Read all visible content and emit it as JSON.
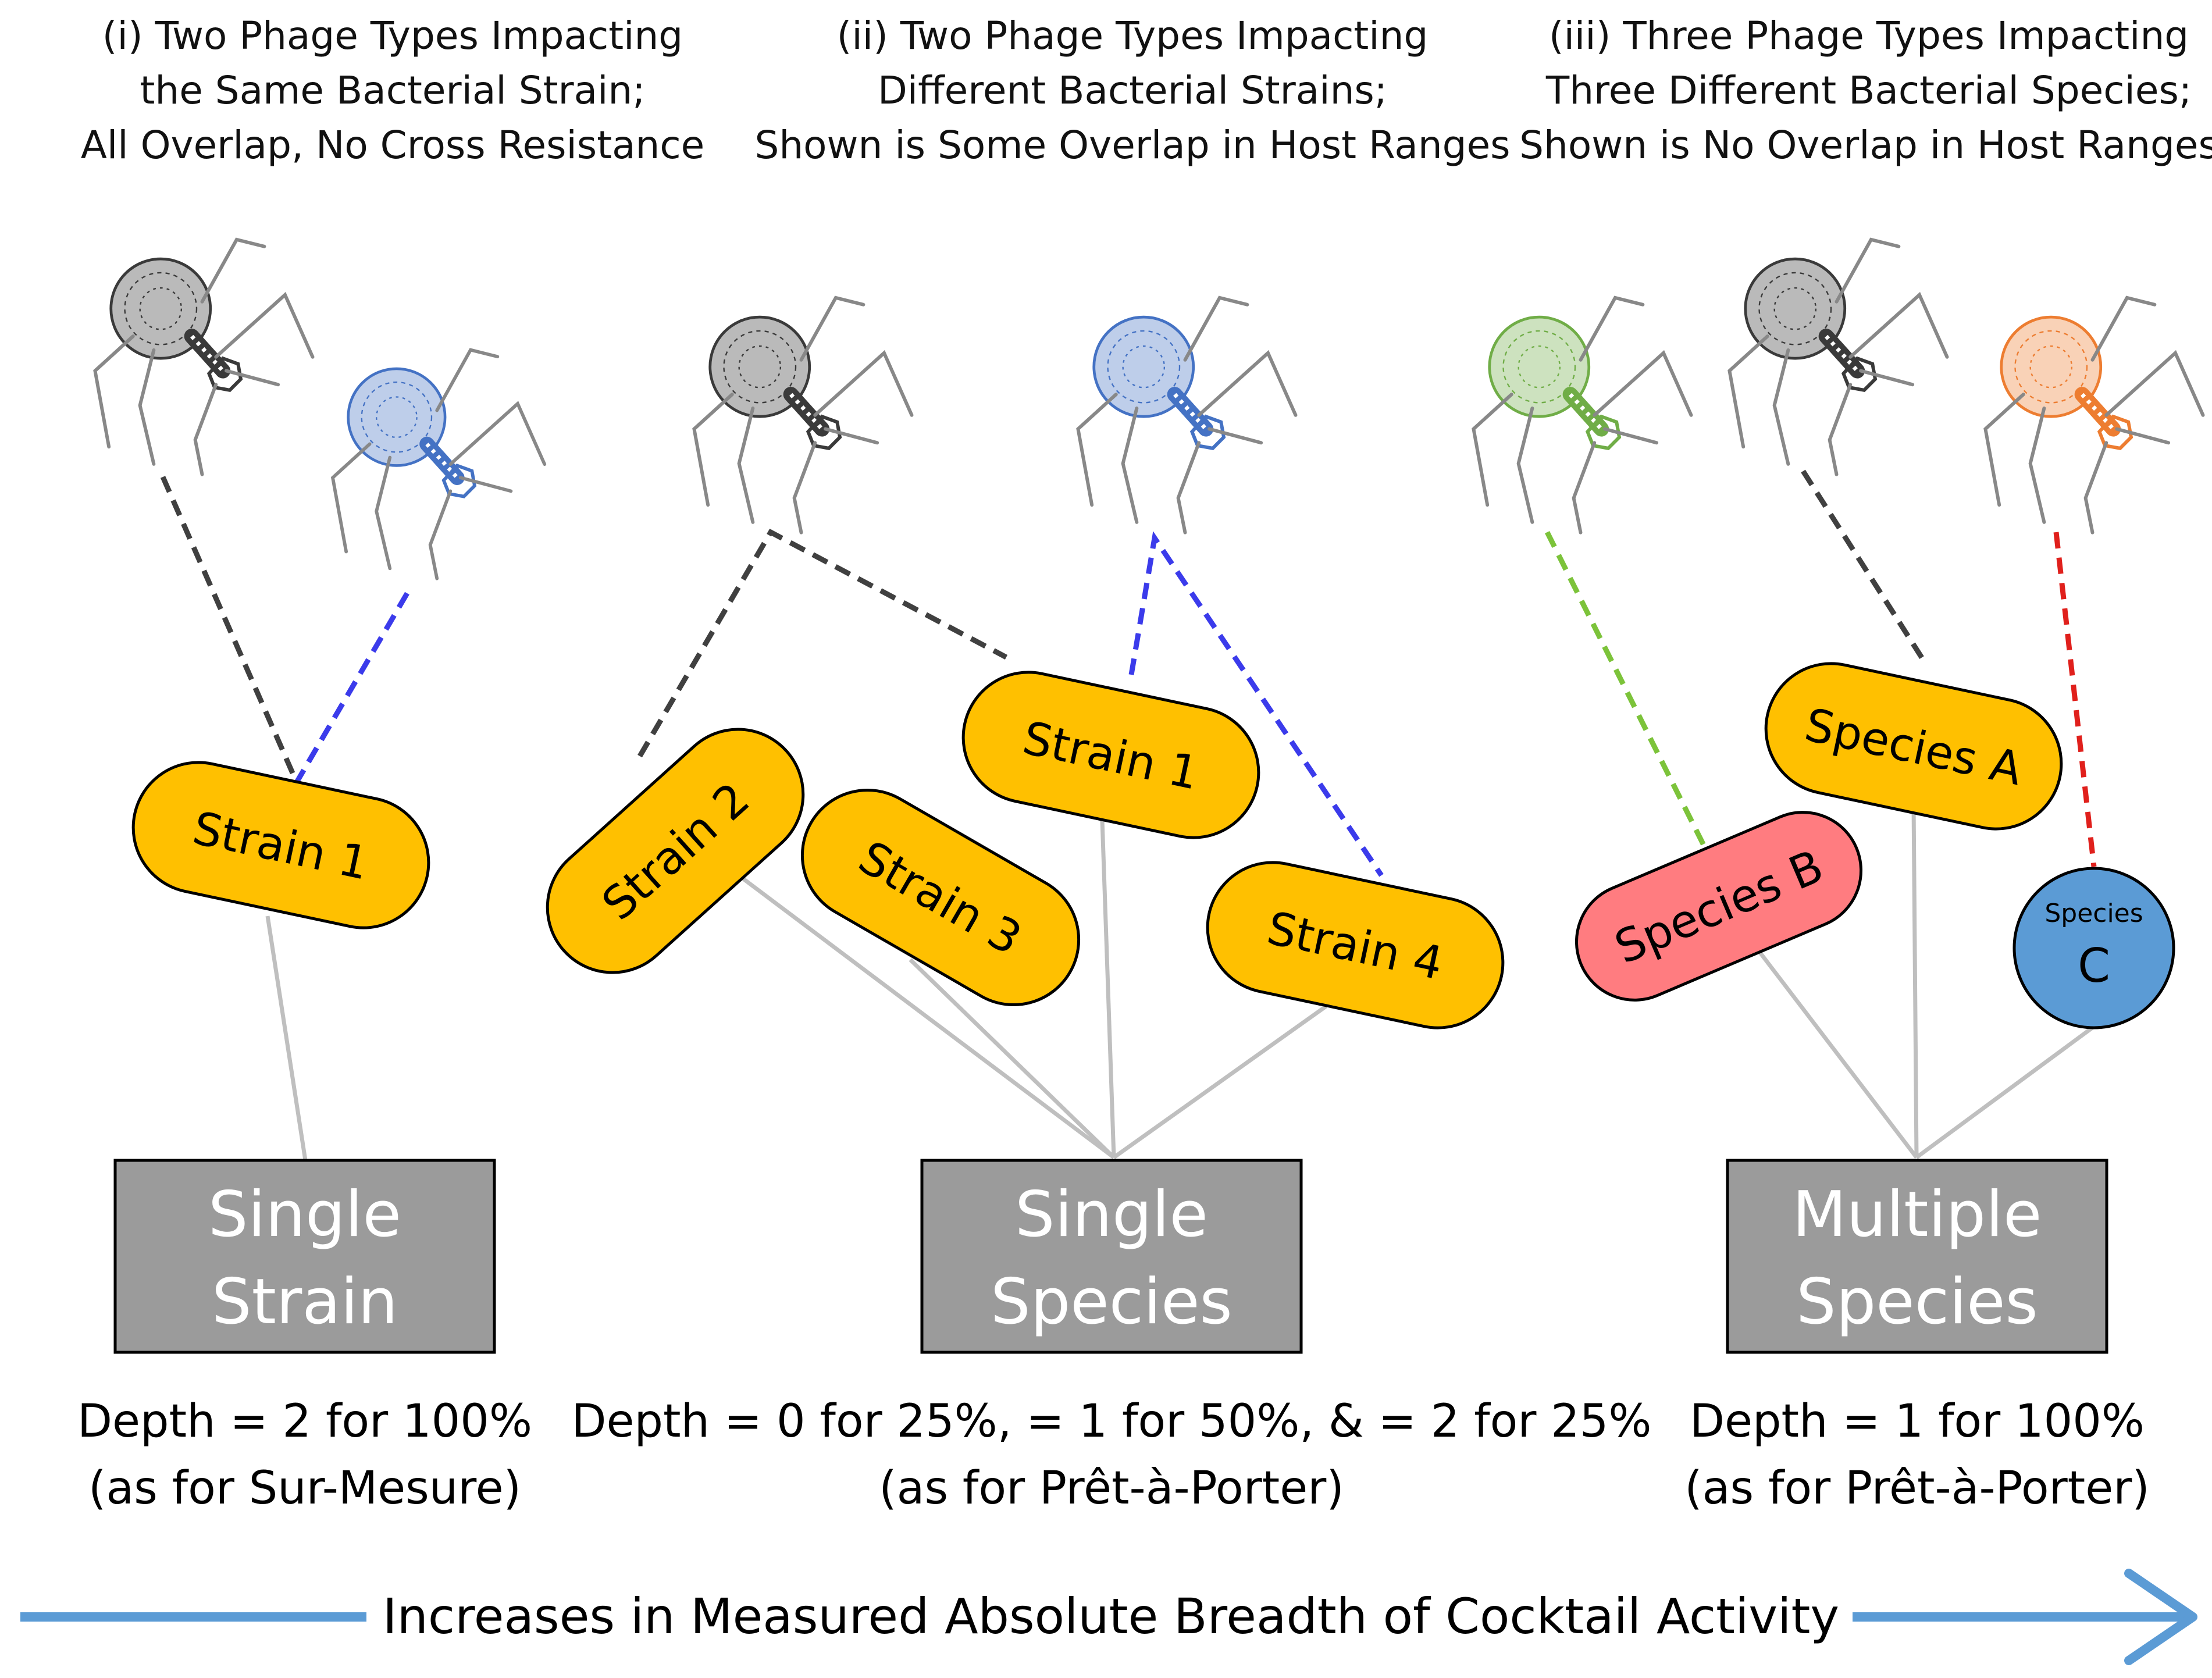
{
  "panels": [
    {
      "header": [
        "(i) Two Phage Types Impacting",
        "the Same Bacterial Strain;",
        "All Overlap, No Cross Resistance"
      ],
      "box": [
        "Single",
        "Strain"
      ],
      "depth": [
        "Depth = 2 for 100%",
        "(as for Sur-Mesure)"
      ],
      "pills": [
        "Strain 1"
      ]
    },
    {
      "header": [
        "(ii) Two Phage Types Impacting",
        "Different Bacterial Strains;",
        "Shown is Some Overlap in Host Ranges"
      ],
      "box": [
        "Single",
        "Species"
      ],
      "depth": [
        "Depth = 0 for 25%, = 1 for 50%, & = 2 for 25%",
        "(as for Prêt-à-Porter)"
      ],
      "pills": [
        "Strain 2",
        "Strain 3",
        "Strain 1",
        "Strain 4"
      ]
    },
    {
      "header": [
        "(iii) Three Phage Types Impacting",
        "Three Different Bacterial Species;",
        "Shown is No Overlap in Host Ranges"
      ],
      "box": [
        "Multiple",
        "Species"
      ],
      "depth": [
        "Depth = 1 for 100%",
        "(as for Prêt-à-Porter)"
      ],
      "pills": [
        "Species A",
        "Species B"
      ],
      "circle": {
        "small": "Species",
        "large": "C"
      }
    }
  ],
  "arrow_label": "Increases in Measured Absolute Breadth of Cocktail Activity",
  "colors": {
    "pill_orange": "#FFC000",
    "pill_pink": "#FF7C80",
    "circle_blue": "#5B9BD5",
    "box_gray": "#9B9B9B",
    "arrow_blue": "#5B9BD5",
    "phage_black": "#3a3a3a",
    "phage_blue": "#4472C4",
    "phage_green": "#70AD47",
    "phage_orange": "#ED7D31",
    "line_dark": "#404040",
    "line_blue": "#3B3BEB",
    "line_green": "#7CC33A",
    "line_red": "#E0201C",
    "line_gray": "#BFBFBF"
  },
  "icons": [
    "phage-icon"
  ]
}
